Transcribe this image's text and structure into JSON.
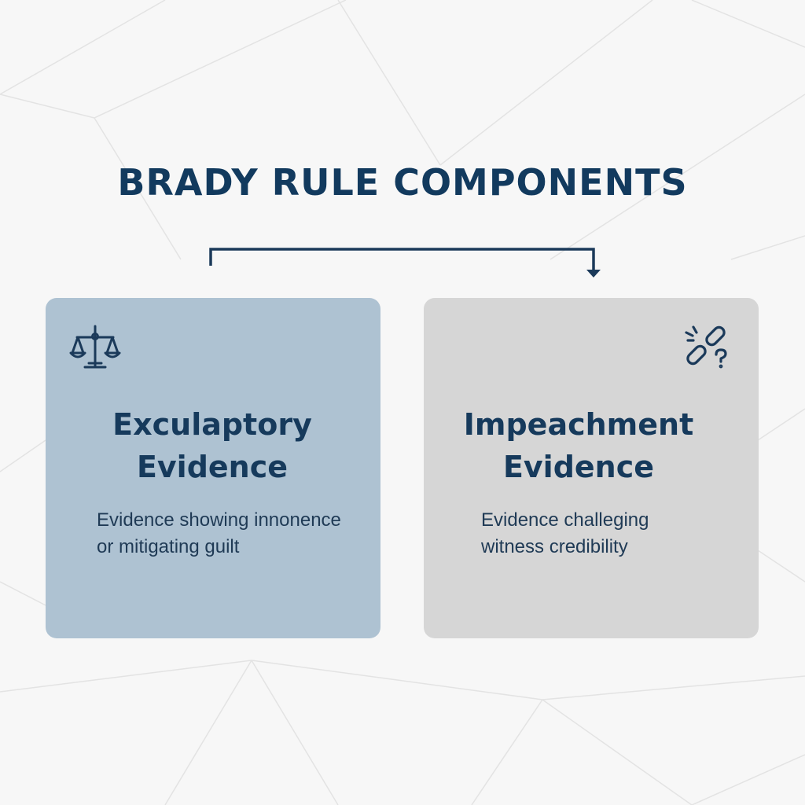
{
  "title": "BRADY RULE COMPONENTS",
  "cards": [
    {
      "title_line1": "Exculaptory",
      "title_line2": "Evidence",
      "desc_line1": "Evidence showing innonence",
      "desc_line2": "or mitigating guilt",
      "icon": "scales-of-justice-icon",
      "background": "#aec2d2"
    },
    {
      "title_line1": "Impeachment",
      "title_line2": "Evidence",
      "desc_line1": "Evidence challeging",
      "desc_line2": "witness credibility",
      "icon": "broken-link-question-icon",
      "background": "#d6d6d6"
    }
  ],
  "colors": {
    "title": "#123a5e",
    "text": "#1f3a55",
    "connector": "#1b3a5a",
    "background": "#f7f7f7"
  }
}
